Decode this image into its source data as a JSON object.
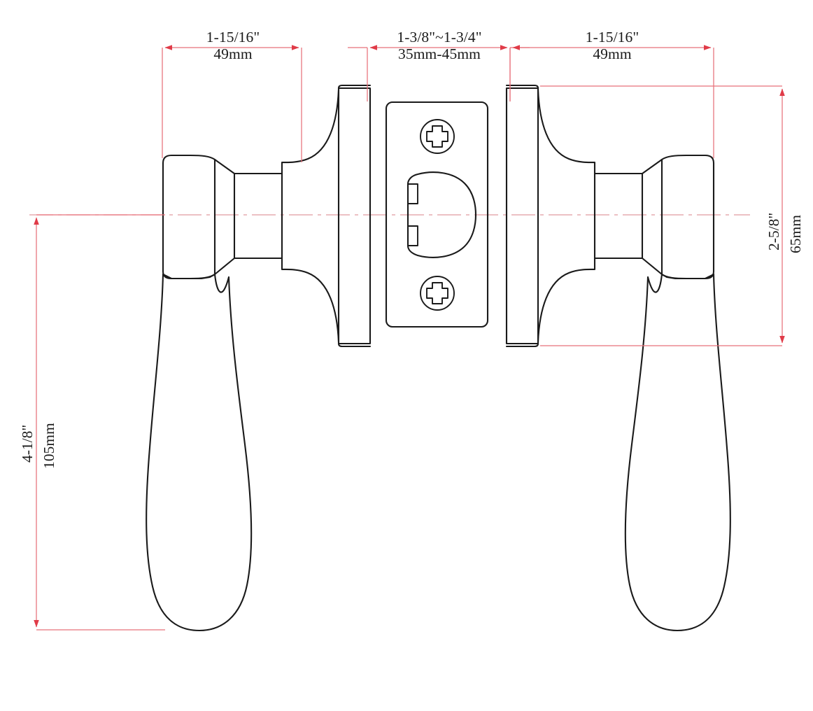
{
  "drawing": {
    "title": "Door Lever Handle Set Technical Dimension Drawing",
    "type": "orthographic-dimension-drawing",
    "colors": {
      "outline": "#1a1a1a",
      "dimension": "#e8707a",
      "arrow": "#e03b48",
      "centerline": "#e09aa0",
      "background": "#ffffff"
    },
    "units_primary": "inch",
    "units_secondary": "mm"
  },
  "dimensions": {
    "left_projection": {
      "imperial": "1-15/16\"",
      "metric": "49mm",
      "orientation": "horizontal",
      "position": "top-left"
    },
    "door_thickness": {
      "imperial": "1-3/8\"~1-3/4\"",
      "metric": "35mm-45mm",
      "orientation": "horizontal",
      "position": "top-center"
    },
    "right_projection": {
      "imperial": "1-15/16\"",
      "metric": "49mm",
      "orientation": "horizontal",
      "position": "top-right"
    },
    "rose_height": {
      "imperial": "2-5/8\"",
      "metric": "65mm",
      "orientation": "vertical",
      "position": "right"
    },
    "lever_length": {
      "imperial": "4-1/8\"",
      "metric": "105mm",
      "orientation": "vertical",
      "position": "left"
    }
  },
  "components": {
    "left_assembly": {
      "name": "left-lever-handle-assembly",
      "parts": [
        "rose-plate",
        "flared-neck",
        "cylindrical-hub",
        "lever-arm"
      ]
    },
    "center_assembly": {
      "name": "latch-plate-assembly",
      "parts": [
        "faceplate",
        "top-screw",
        "latch-bolt",
        "bottom-screw"
      ],
      "screw_type": "phillips"
    },
    "right_assembly": {
      "name": "right-lever-handle-assembly",
      "parts": [
        "rose-plate",
        "flared-neck",
        "cylindrical-hub",
        "lever-arm"
      ]
    }
  },
  "icons": {
    "phillips_screw_top": "phillips-screw-icon",
    "phillips_screw_bottom": "phillips-screw-icon",
    "latch_bolt": "latch-bolt-icon"
  }
}
